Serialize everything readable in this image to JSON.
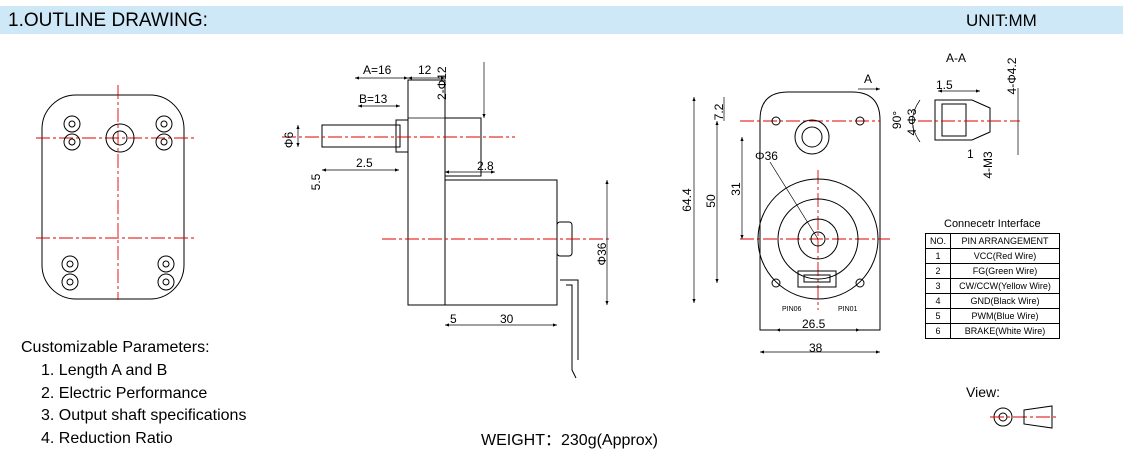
{
  "header": {
    "title": "1.OUTLINE DRAWING:",
    "unit": "UNIT:MM"
  },
  "dimensions": {
    "a_len": "A=16",
    "b_len": "B=13",
    "flange_thk": "12",
    "holes_side": "2-Φ12",
    "shaft_dia": "Φ6",
    "shaft_flat": "5.5",
    "shaft_step": "2.5",
    "shaft_gap": "2.8",
    "motor_dia_side": "Φ36",
    "motor_shoulder": "5",
    "motor_len": "30",
    "top_offset": "7.2",
    "height_total": "64.4",
    "hole_spacing": "50",
    "center_dist": "31",
    "front_motor_dia": "Φ36",
    "conn_width": "26.5",
    "front_width": "38",
    "section_label": "A-A",
    "arrow_label": "A",
    "angle": "90°",
    "section_top": "1.5",
    "section_holes": "4-Φ4.2",
    "section_holes2": "4-Φ3",
    "section_bot": "1",
    "section_thread": "4-M3",
    "pin_left": "PIN06",
    "pin_right": "PIN01"
  },
  "pin_table": {
    "title": "Connecetr Interface",
    "headers": [
      "NO.",
      "PIN ARRANGEMENT"
    ],
    "rows": [
      {
        "no": "1",
        "desc": "VCC(Red Wire)"
      },
      {
        "no": "2",
        "desc": "FG(Green Wire)"
      },
      {
        "no": "3",
        "desc": "CW/CCW(Yellow Wire)"
      },
      {
        "no": "4",
        "desc": "GND(Black Wire)"
      },
      {
        "no": "5",
        "desc": "PWM(Blue Wire)"
      },
      {
        "no": "6",
        "desc": "BRAKE(White Wire)"
      }
    ]
  },
  "params": {
    "title": "Customizable Parameters:",
    "items": [
      "1. Length  A and B",
      "2. Electric Performance",
      "3. Output shaft specifications",
      "4. Reduction Ratio"
    ]
  },
  "weight": "WEIGHT：230g(Approx)",
  "view_label": "View:",
  "colors": {
    "header_bg": "#cfe8f7",
    "centerline": "#e00000"
  }
}
